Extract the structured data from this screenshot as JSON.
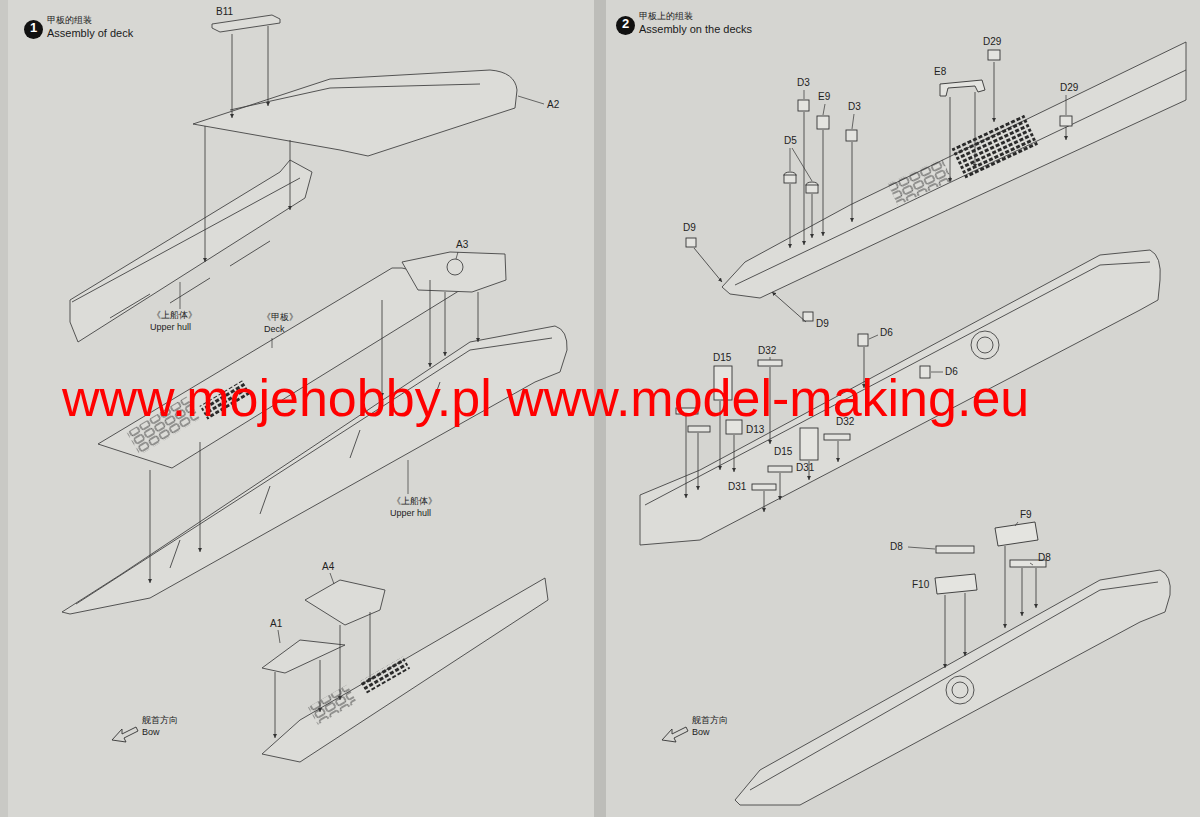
{
  "diagram": {
    "nodes": [
      {
        "text": [
          "1",
          "甲板的组装",
          "Assembly of deck"
        ]
      },
      {
        "text": [
          "2",
          "甲板上的组装",
          "Assembly on the decks"
        ]
      }
    ],
    "labels": [
      "B11",
      "A2",
      "《上船体》",
      "Upper hull",
      "A3",
      "《甲板》",
      "Deck",
      "《上船体》",
      "Upper hull",
      "A4",
      "A1",
      "舰首方向",
      "Bow",
      "D29",
      "E8",
      "D3",
      "E9",
      "D3",
      "D5",
      "D29",
      "D9",
      "D9",
      "D6",
      "D15",
      "D32",
      "D6",
      "D13",
      "D32",
      "D15",
      "D31",
      "D31",
      "D8",
      "F9",
      "F10",
      "D8",
      "舰首方向",
      "Bow",
      "www.mojehobby.pl www.model-making.eu"
    ]
  }
}
